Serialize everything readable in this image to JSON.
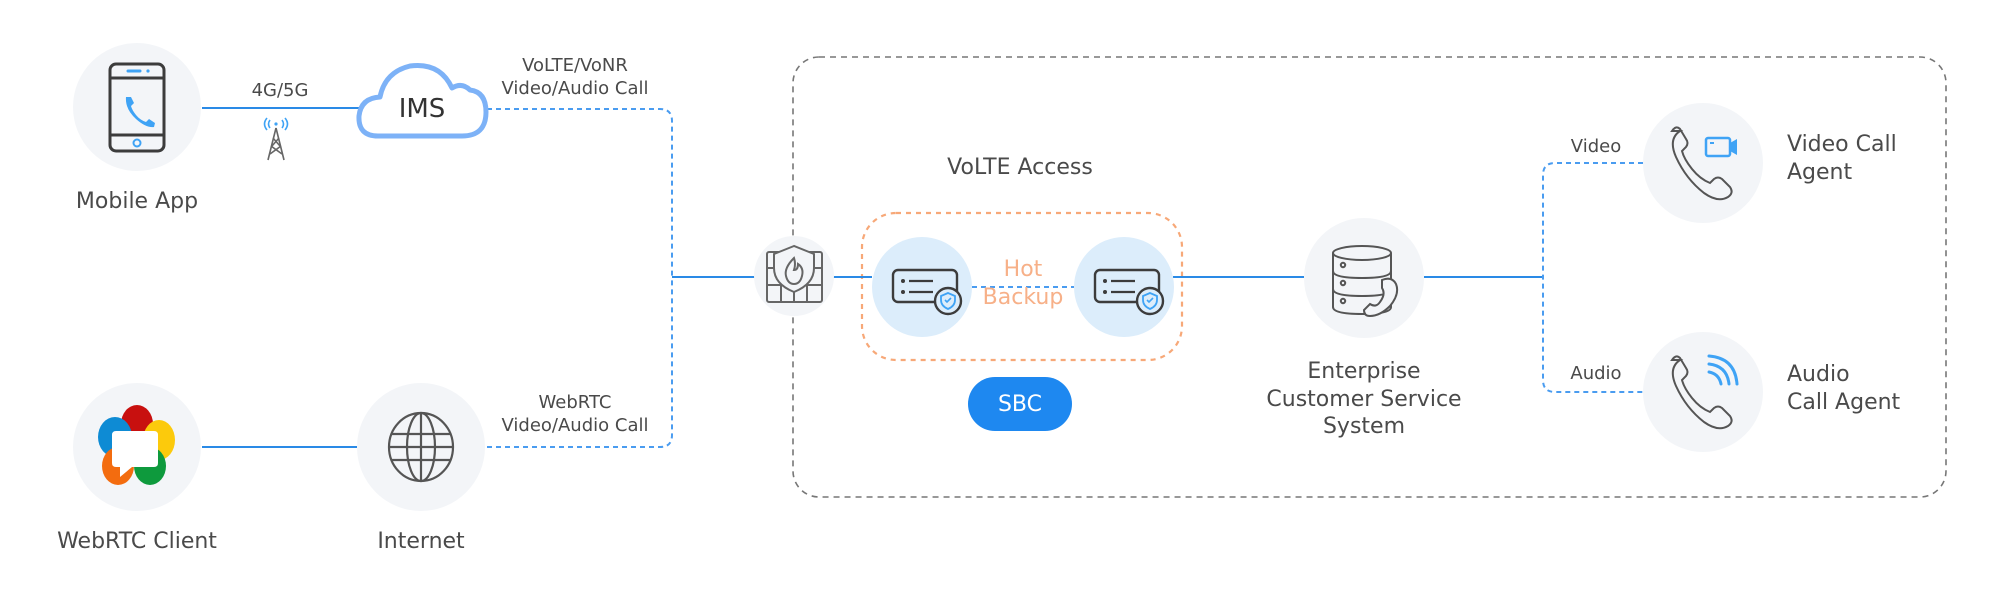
{
  "nodes": {
    "mobile_app": {
      "label": "Mobile App",
      "icon": "smartphone-call-icon"
    },
    "ims": {
      "label": "IMS",
      "icon": "cloud-icon"
    },
    "webrtc_client": {
      "label": "WebRTC Client",
      "icon": "webrtc-logo-icon"
    },
    "internet": {
      "label": "Internet",
      "icon": "globe-icon"
    },
    "firewall": {
      "icon": "firewall-icon"
    },
    "sbc_primary": {
      "icon": "secure-server-icon"
    },
    "sbc_backup": {
      "icon": "secure-server-icon"
    },
    "enterprise": {
      "label_lines": [
        "Enterprise",
        "Customer Service",
        "System"
      ],
      "icon": "database-phone-icon"
    },
    "video_agent": {
      "label_lines": [
        "Video Call",
        "Agent"
      ],
      "icon": "phone-video-icon"
    },
    "audio_agent": {
      "label_lines": [
        "Audio",
        "Call Agent"
      ],
      "icon": "phone-audio-icon"
    }
  },
  "links": {
    "mobile_ims": {
      "label": "4G/5G",
      "icon": "cell-tower-icon"
    },
    "ims_out": {
      "label_lines": [
        "VoLTE/VoNR",
        "Video/Audio Call"
      ]
    },
    "internet_out": {
      "label_lines": [
        "WebRTC",
        "Video/Audio Call"
      ]
    },
    "sbc_pair": {
      "label_lines": [
        "Hot",
        "Backup"
      ]
    },
    "to_video": {
      "label": "Video"
    },
    "to_audio": {
      "label": "Audio"
    }
  },
  "groups": {
    "volte_access": {
      "title": "VoLTE Access"
    },
    "sbc": {
      "badge": "SBC"
    }
  },
  "colors": {
    "line_blue": "#2a8ae6",
    "dash_blue": "#4a9cf0",
    "dash_gray": "#777777",
    "dash_orange": "#f7a878",
    "circle_gray": "#f3f5f8",
    "circle_blue": "#dcedfb",
    "icon_dark": "#3c3c3c",
    "icon_blue": "#3fa3f5",
    "pill_blue": "#1e88f0"
  }
}
